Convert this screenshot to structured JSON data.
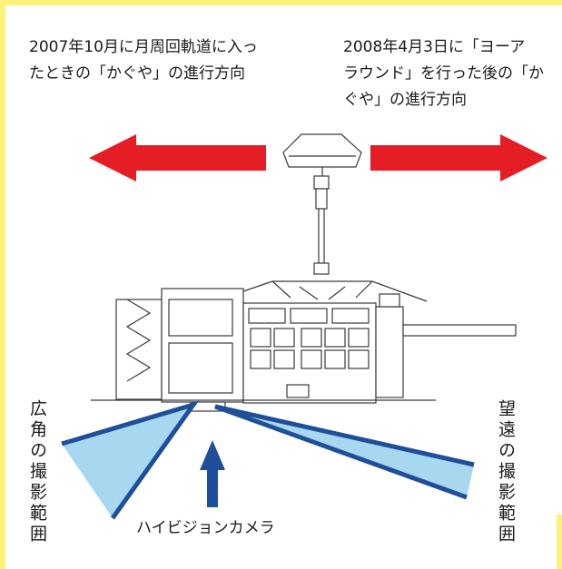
{
  "left_direction": {
    "line1": "2007年10月に月周回軌道に入っ",
    "line2": "たときの「かぐや」の進行方向"
  },
  "right_direction": {
    "line1": "2008年4月3日に「ヨーア",
    "line2": "ラウンド」を行った後の「か",
    "line3": "ぐや」の進行方向"
  },
  "wide_range_label": "広角の撮影範囲",
  "telephoto_range_label": "望遠の撮影範囲",
  "camera_label": "ハイビジョンカメラ",
  "colors": {
    "frame": "#fff27a",
    "arrow_red": "#e51e25",
    "arrow_blue": "#1f4e9a",
    "fov_fill": "#a8d8ef",
    "fov_stroke": "#1f4e9a",
    "line": "#3a3a3a"
  },
  "icons": [
    "red-left-arrow-icon",
    "red-right-arrow-icon",
    "blue-up-arrow-icon",
    "satellite-icon"
  ]
}
